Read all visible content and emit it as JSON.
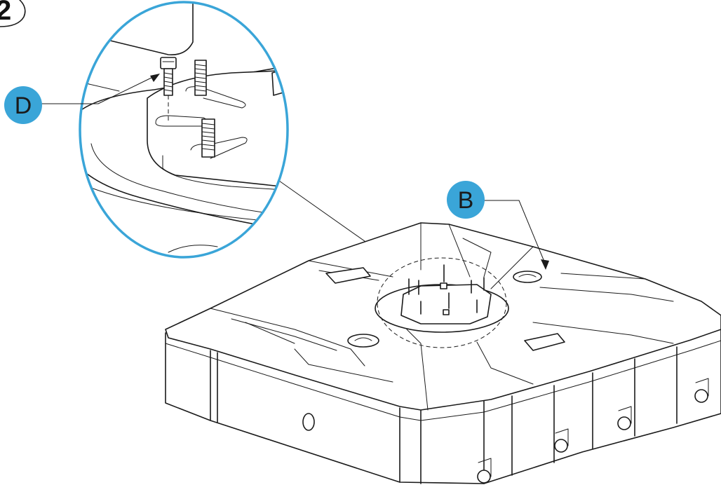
{
  "step_number": "2",
  "callouts": {
    "screw_label": "D",
    "base_label": "B"
  },
  "colors": {
    "accent": "#3aa5d8",
    "line": "#1a1a1a",
    "background": "#ffffff"
  }
}
